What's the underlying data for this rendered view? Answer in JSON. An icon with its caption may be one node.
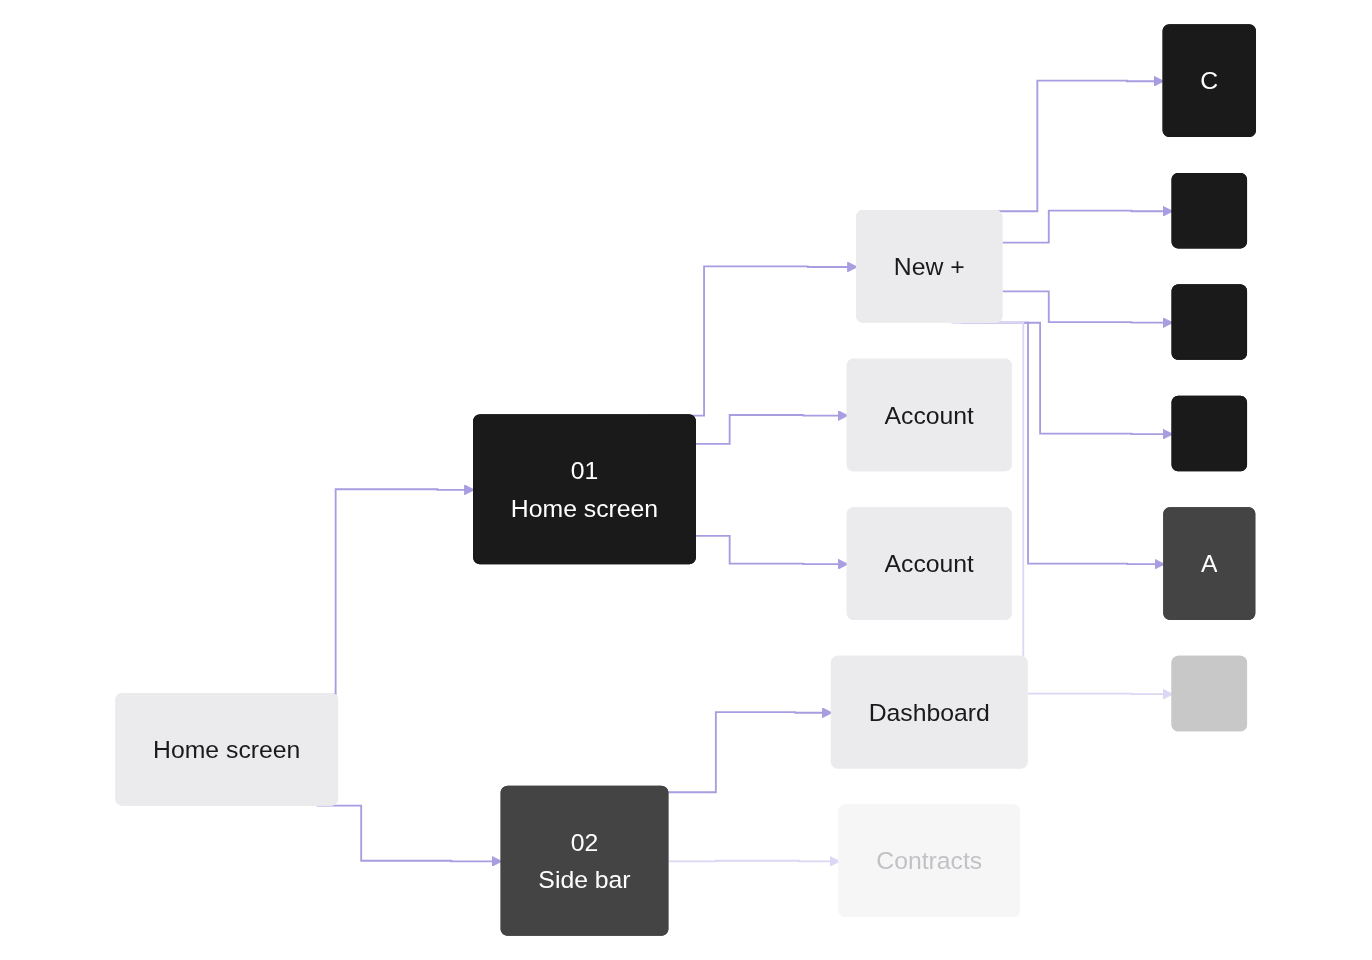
{
  "diagram": {
    "nodes": [
      {
        "text": [
          "Home screen"
        ]
      },
      {
        "text": [
          "01",
          "Home screen"
        ]
      },
      {
        "text": [
          "New +"
        ]
      },
      {
        "text": [
          "Account"
        ]
      },
      {
        "text": [
          "Account"
        ]
      },
      {
        "text": [
          "02",
          "Side bar"
        ]
      },
      {
        "text": [
          "Dashboard"
        ]
      },
      {
        "text": [
          "Contracts"
        ]
      },
      {
        "text": [
          "C"
        ]
      },
      {
        "text": [],
        "shape": "box"
      },
      {
        "text": [],
        "shape": "box"
      },
      {
        "text": [],
        "shape": "box"
      },
      {
        "text": [
          "A"
        ]
      },
      {
        "text": [],
        "shape": "box"
      }
    ],
    "edges": [
      {
        "from": 0,
        "to": 1,
        "arrow": "to"
      },
      {
        "from": 0,
        "to": 5,
        "arrow": "to"
      },
      {
        "from": 1,
        "to": 2,
        "arrow": "to"
      },
      {
        "from": 1,
        "to": 3,
        "arrow": "to"
      },
      {
        "from": 1,
        "to": 4,
        "arrow": "to"
      },
      {
        "from": 5,
        "to": 6,
        "arrow": "to"
      },
      {
        "from": 5,
        "to": 7,
        "arrow": "to",
        "color": "#dcd7f4"
      },
      {
        "from": 2,
        "to": 8,
        "arrow": "to"
      },
      {
        "from": 2,
        "to": 9,
        "arrow": "to"
      },
      {
        "from": 2,
        "to": 10,
        "arrow": "to"
      },
      {
        "from": 2,
        "to": 11,
        "arrow": "to"
      },
      {
        "from": 2,
        "to": 12,
        "arrow": "to"
      },
      {
        "from": 2,
        "to": 13,
        "arrow": "to",
        "color": "#dcd7f4"
      }
    ]
  }
}
